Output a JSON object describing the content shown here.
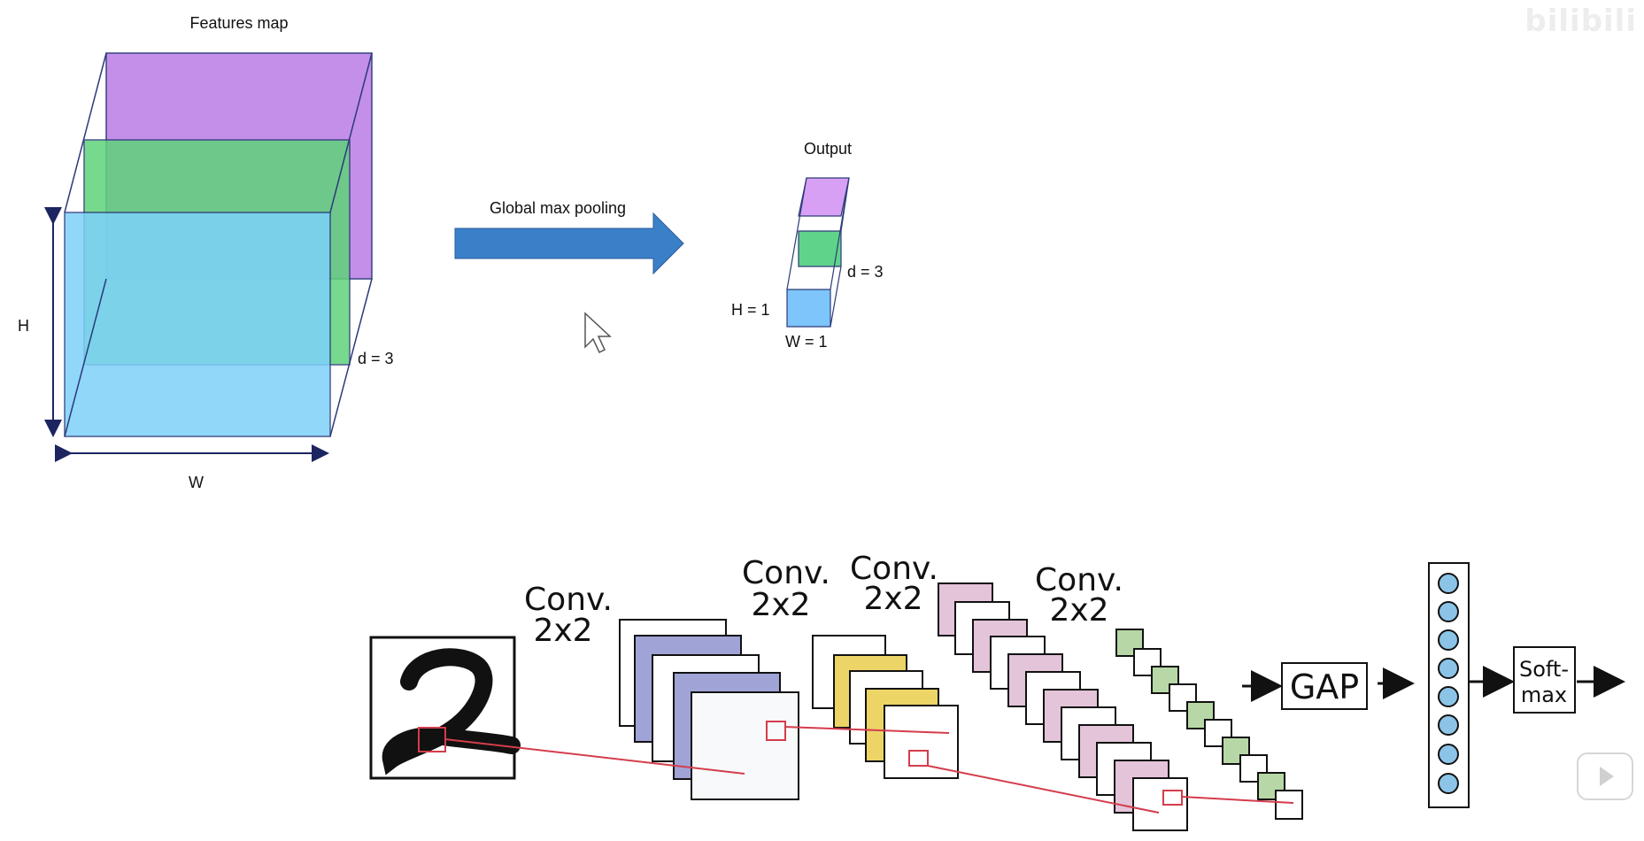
{
  "top_diagram": {
    "features_map_title": "Features map",
    "label_h": "H",
    "label_w": "W",
    "label_d": "d = 3",
    "arrow_label": "Global max pooling",
    "output_title": "Output",
    "output_h": "H = 1",
    "output_w": "W = 1",
    "output_d": "d = 3",
    "colors": {
      "purple": "#c08ae8",
      "green": "#5fd37a",
      "blue": "#7dd1fa",
      "arrow": "#3a80c8"
    }
  },
  "cnn_diagram": {
    "conv_labels": [
      {
        "line1": "Conv.",
        "line2": "2x2"
      },
      {
        "line1": "Conv.",
        "line2": "2x2"
      },
      {
        "line1": "Conv.",
        "line2": "2x2"
      },
      {
        "line1": "Conv.",
        "line2": "2x2"
      }
    ],
    "gap_label": "GAP",
    "softmax_line1": "Soft-",
    "softmax_line2": "max",
    "colors": {
      "lavender": "#9fa3d6",
      "yellow": "#ecd466",
      "pink": "#e3c4d9",
      "mint": "#b7d8a6",
      "node": "#8cc4e8",
      "link": "#d43d4c"
    }
  },
  "overlay": {
    "watermark": "bilibili",
    "play_icon": "play-icon"
  }
}
